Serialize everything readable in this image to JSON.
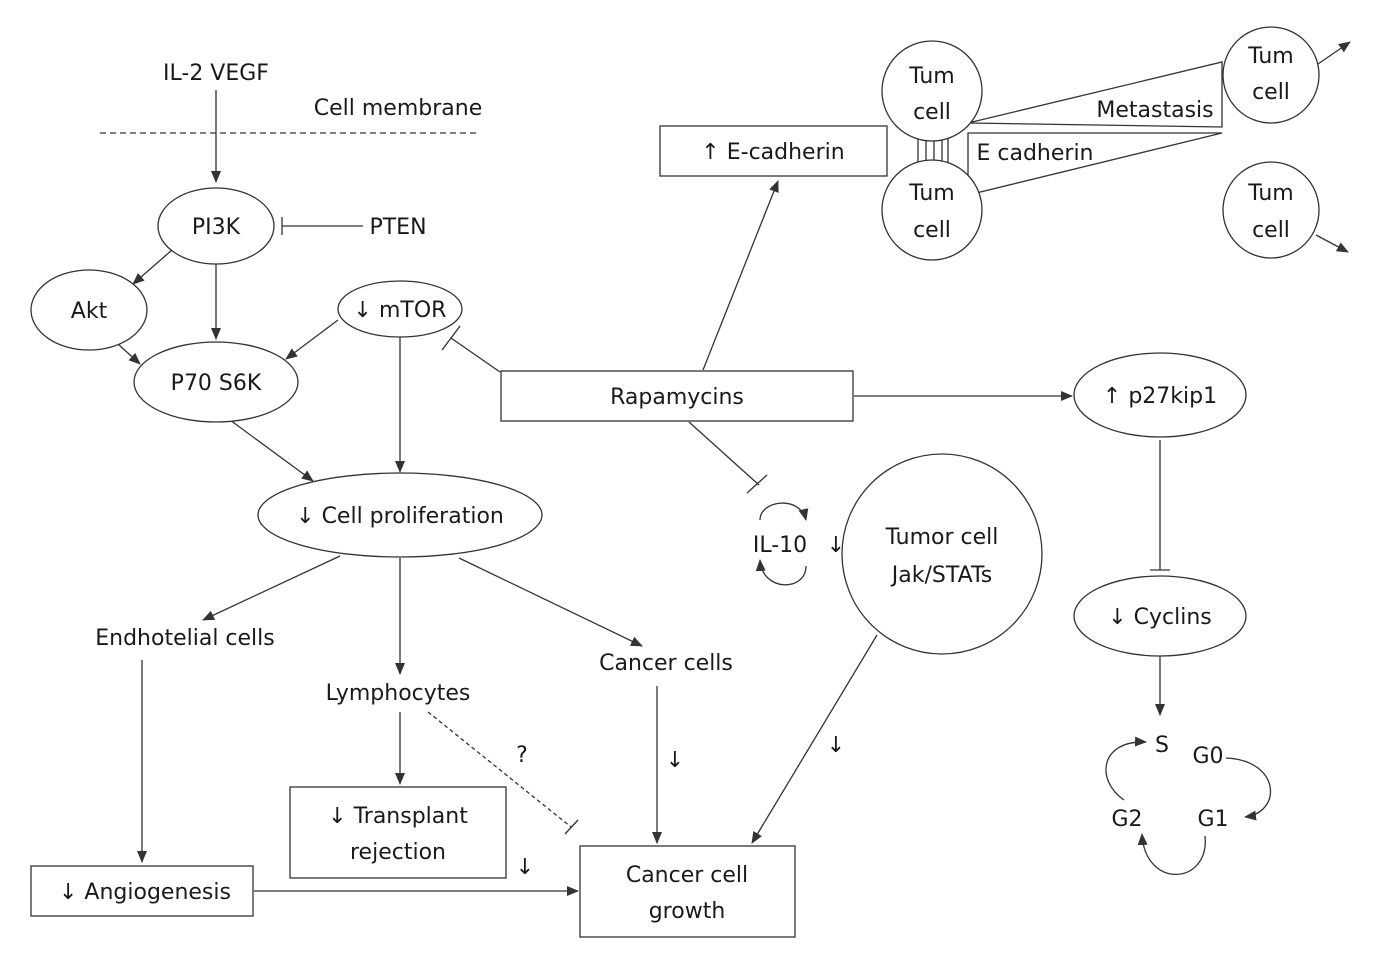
{
  "diagram": {
    "signal_input": "IL-2 VEGF",
    "membrane_label": "Cell membrane",
    "pi3k": "PI3K",
    "pten": "PTEN",
    "akt": "Akt",
    "mtor": "↓ mTOR",
    "p70s6k": "P70 S6K",
    "cell_proliferation": "↓ Cell proliferation",
    "endothelial_cells": "Endhotelial cells",
    "lymphocytes": "Lymphocytes",
    "cancer_cells": "Cancer cells",
    "angiogenesis": "↓ Angiogenesis",
    "transplant_rejection": [
      "↓ Transplant",
      "rejection"
    ],
    "cancer_cell_growth": [
      "Cancer cell",
      "growth"
    ],
    "question_mark": "?",
    "rapamycins": "Rapamycins",
    "e_cadherin_box": "↑ E-cadherin",
    "p27kip1": "↑ p27kip1",
    "cyclins": "↓ Cyclins",
    "il10": "IL-10",
    "tumor_jak": [
      "Tumor cell",
      "Jak/STATs"
    ],
    "down_arrow": "↓",
    "tum_cell": [
      "Tum",
      "cell"
    ],
    "metastasis": "Metastasis",
    "e_cadherin_band": "E cadherin",
    "cycle_s": "S",
    "cycle_g0": "G0",
    "cycle_g1": "G1",
    "cycle_g2": "G2"
  }
}
